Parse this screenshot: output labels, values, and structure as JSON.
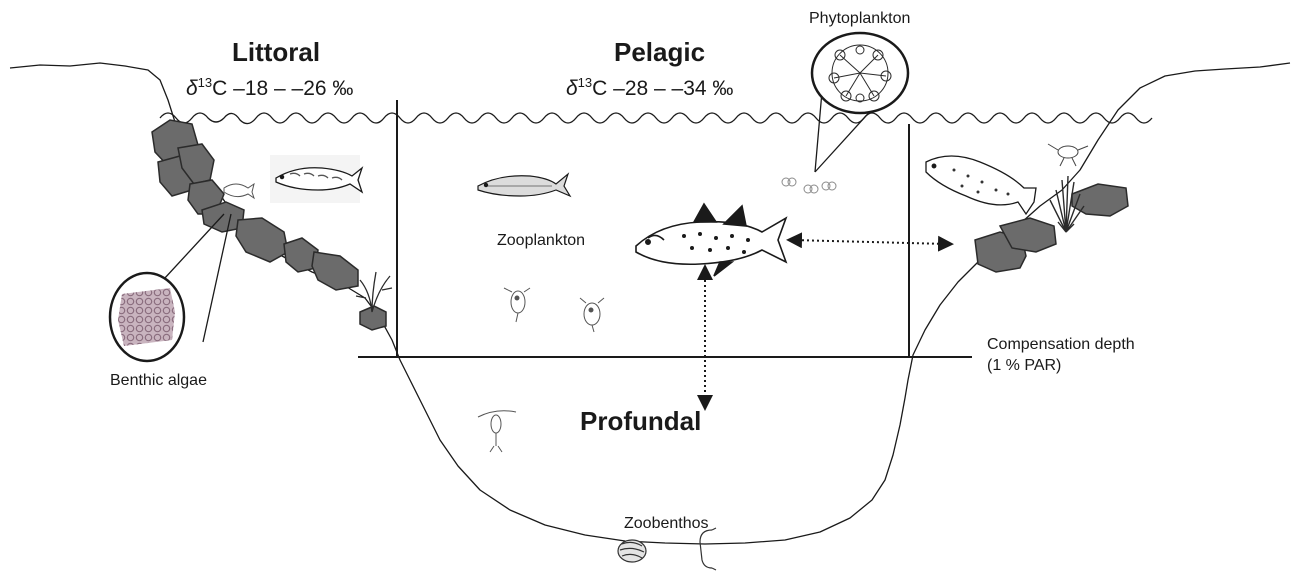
{
  "zones": {
    "littoral": "Littoral",
    "pelagic": "Pelagic",
    "profundal": "Profundal"
  },
  "isotopes": {
    "littoral": {
      "symbol": "δ",
      "mass": "13",
      "rest": "C –18 – –26 ‰"
    },
    "pelagic": {
      "symbol": "δ",
      "mass": "13",
      "rest": "C –28 – –34 ‰"
    }
  },
  "labels": {
    "phytoplankton": "Phytoplankton",
    "zooplankton": "Zooplankton",
    "benthic_algae": "Benthic algae",
    "compensation_depth": "Compensation depth",
    "compensation_par": "(1 % PAR)",
    "zoobenthos": "Zoobenthos"
  },
  "colors": {
    "line": "#1a1a1a",
    "rock": "#6b6b6b",
    "rock_stroke": "#2b2b2b",
    "algae": "#a98e9c"
  }
}
